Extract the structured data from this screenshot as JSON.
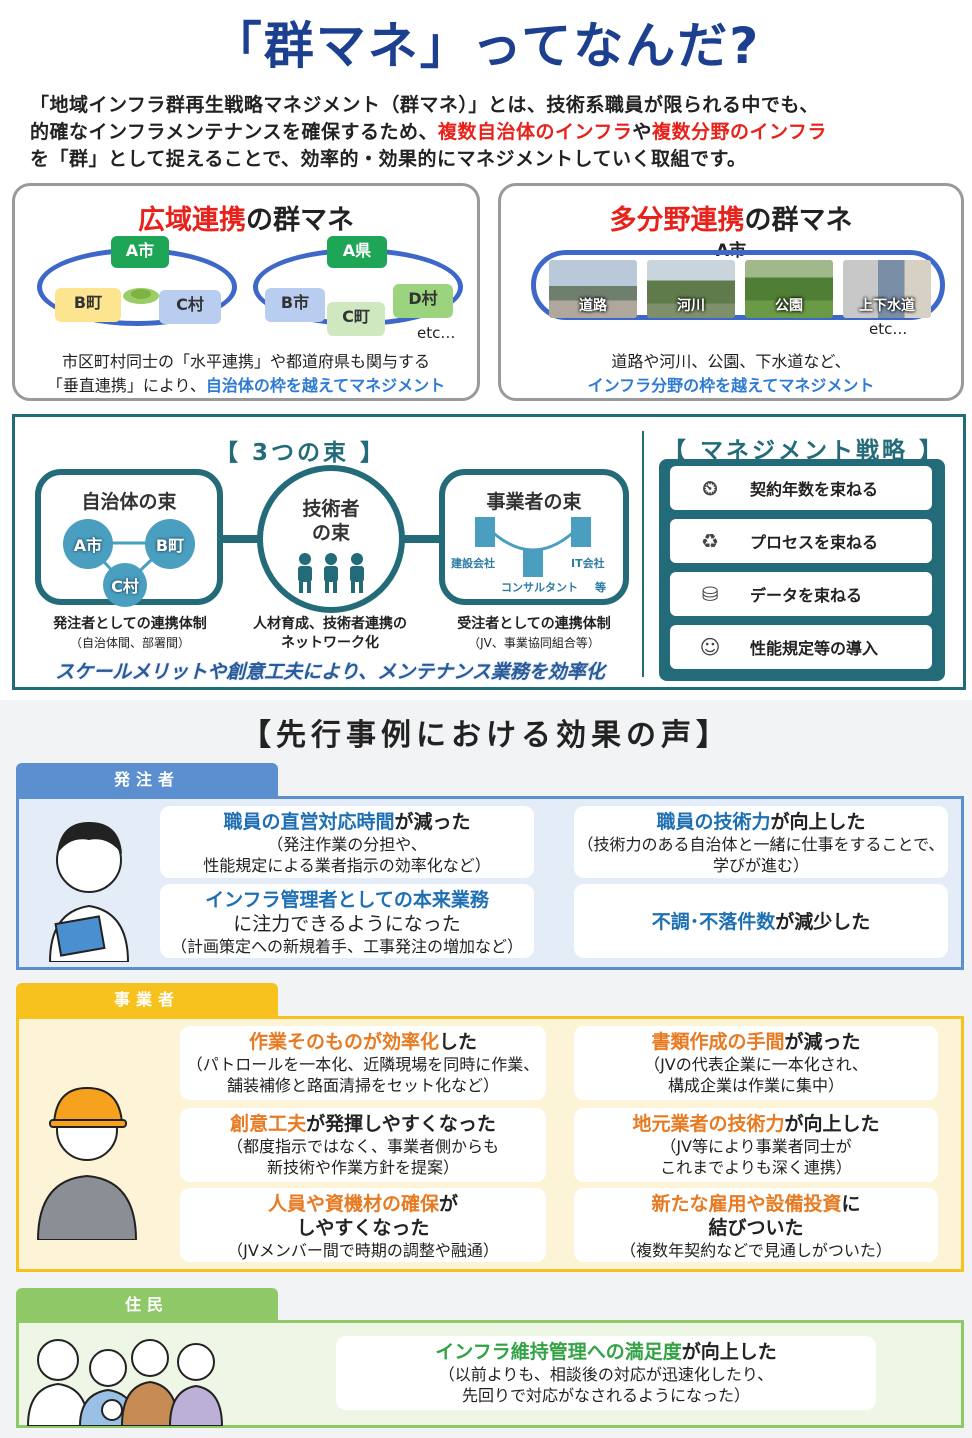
{
  "title": "「群マネ」ってなんだ?",
  "intro": {
    "line1": "「地域インフラ群再生戦略マネジメント（群マネ）」とは、技術系職員が限られる中でも、",
    "line2a": "的確なインフラメンテナンスを確保するため、",
    "line2b": "複数自治体のインフラ",
    "line2c": "や",
    "line2d": "複数分野のインフラ",
    "line3": "を「群」として捉えることで、効率的・効果的にマネジメントしていく取組です。"
  },
  "wide": {
    "title_red": "広域連携",
    "title_rest": "の群マネ",
    "left_ring": {
      "a": "A市",
      "b": "B町",
      "c": "C村"
    },
    "right_ring": {
      "a": "A県",
      "b": "B市",
      "c": "C町",
      "d": "D村"
    },
    "etc": "etc…",
    "cap1": "市区町村同士の「水平連携」や都道府県も関与する",
    "cap2a": "「垂直連携」により、",
    "cap2b": "自治体の枠を越えてマネジメント"
  },
  "multi": {
    "title_red": "多分野連携",
    "title_rest": "の群マネ",
    "city": "A市",
    "photos": [
      "道路",
      "河川",
      "公園",
      "上下水道"
    ],
    "etc": "etc…",
    "cap1": "道路や河川、公園、下水道など、",
    "cap2": "インフラ分野の枠を越えてマネジメント"
  },
  "bundles": {
    "header": "【 3つの束 】",
    "local": {
      "title": "自治体の束",
      "n1": "A市",
      "n2": "B町",
      "n3": "C村",
      "cap1": "発注者としての連携体制",
      "cap2": "（自治体間、部署間）"
    },
    "engineer": {
      "title1": "技術者",
      "title2": "の束",
      "cap1": "人材育成、技術者連携の",
      "cap2": "ネットワーク化"
    },
    "business": {
      "title": "事業者の束",
      "l1": "建設会社",
      "l2": "IT会社",
      "l3": "コンサルタント",
      "l4": "等",
      "cap1": "受注者としての連携体制",
      "cap2": "（JV、事業協同組合等）"
    },
    "footer": "スケールメリットや創意工夫により、メンテナンス業務を効率化"
  },
  "strategy": {
    "header": "【 マネジメント戦略 】",
    "items": [
      {
        "label": "契約年数を束ねる",
        "icon": "clock-icon"
      },
      {
        "label": "プロセスを束ねる",
        "icon": "recycle-icon"
      },
      {
        "label": "データを束ねる",
        "icon": "database-icon"
      },
      {
        "label": "性能規定等の導入",
        "icon": "idea-person-icon"
      }
    ]
  },
  "voices": {
    "header": "【先行事例における効果の声】",
    "client": {
      "tab": "発注者",
      "c1": {
        "hl": "職員の直営対応時間",
        "tail": "が減った",
        "s1": "（発注作業の分担や、",
        "s2": "性能規定による業者指示の効率化など）"
      },
      "c2": {
        "hl": "職員の技術力",
        "tail": "が向上した",
        "s1": "（技術力のある自治体と一緒に仕事をすることで、",
        "s2": "学びが進む）"
      },
      "c3": {
        "hl": "インフラ管理者としての本来業務",
        "tail": "に注力できるようになった",
        "s1": "（計画策定への新規着手、工事発注の増加など）"
      },
      "c4": {
        "hl": "不調･不落件数",
        "tail": "が減少した"
      }
    },
    "business": {
      "tab": "事業者",
      "c1": {
        "hl": "作業そのものが効率化",
        "tail": "した",
        "s1": "（パトロールを一本化、近隣現場を同時に作業、",
        "s2": "舗装補修と路面清掃をセット化など）"
      },
      "c2": {
        "hl": "書類作成の手間",
        "tail": "が減った",
        "s1": "（JVの代表企業に一本化され、",
        "s2": "構成企業は作業に集中）"
      },
      "c3": {
        "hl": "創意工夫",
        "tail": "が発揮しやすくなった",
        "s1": "（都度指示ではなく、事業者側からも",
        "s2": "新技術や作業方針を提案）"
      },
      "c4": {
        "hl": "地元業者の技術力",
        "tail": "が向上した",
        "s1": "（JV等により事業者同士が",
        "s2": "これまでよりも深く連携）"
      },
      "c5": {
        "hl": "人員や資機材の確保",
        "tail": "が",
        "tail2": "しやすくなった",
        "s1": "（JVメンバー間で時期の調整や融通）"
      },
      "c6": {
        "hl": "新たな雇用や設備投資",
        "tail": "に",
        "tail2": "結びついた",
        "s1": "（複数年契約などで見通しがついた）"
      }
    },
    "residents": {
      "tab": "住民",
      "c1": {
        "hl": "インフラ維持管理への満足度",
        "tail": "が向上した",
        "s1": "（以前よりも、相談後の対応が迅速化したり、",
        "s2": "先回りで対応がなされるようになった）"
      }
    }
  },
  "colors": {
    "navy": "#1c3f8f",
    "red": "#e8221a",
    "blue": "#2e7bd4",
    "teal": "#236b78",
    "orange": "#e87a22",
    "green": "#32a244"
  }
}
